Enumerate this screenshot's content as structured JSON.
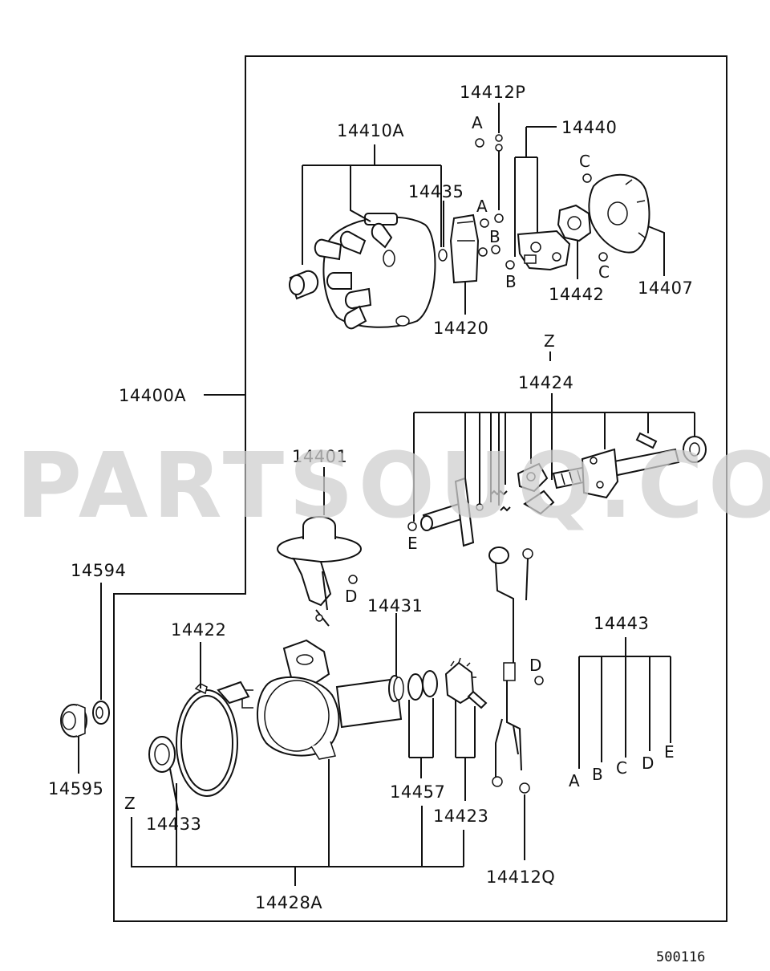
{
  "diagram": {
    "watermark": "PARTSOUQ.COM",
    "drawing_code": "500116",
    "part_labels": {
      "p14412P": "14412P",
      "p14440": "14440",
      "p14410A": "14410A",
      "p14435": "14435",
      "p14420": "14420",
      "p14442": "14442",
      "p14407": "14407",
      "p14424": "14424",
      "p14400A": "14400A",
      "p14401": "14401",
      "p14594": "14594",
      "p14595": "14595",
      "p14431": "14431",
      "p14422": "14422",
      "p14433": "14433",
      "p14457": "14457",
      "p14423": "14423",
      "p14412Q": "14412Q",
      "p14428A": "14428A",
      "p14443": "14443"
    },
    "ref_letters": {
      "a1": "A",
      "a2": "A",
      "b1": "B",
      "b2": "B",
      "c1": "C",
      "c2": "C",
      "d1": "D",
      "d2": "D",
      "e1": "E",
      "z1": "Z",
      "z2": "Z",
      "l_a": "A",
      "l_b": "B",
      "l_c": "C",
      "l_d": "D",
      "l_e": "E"
    }
  }
}
